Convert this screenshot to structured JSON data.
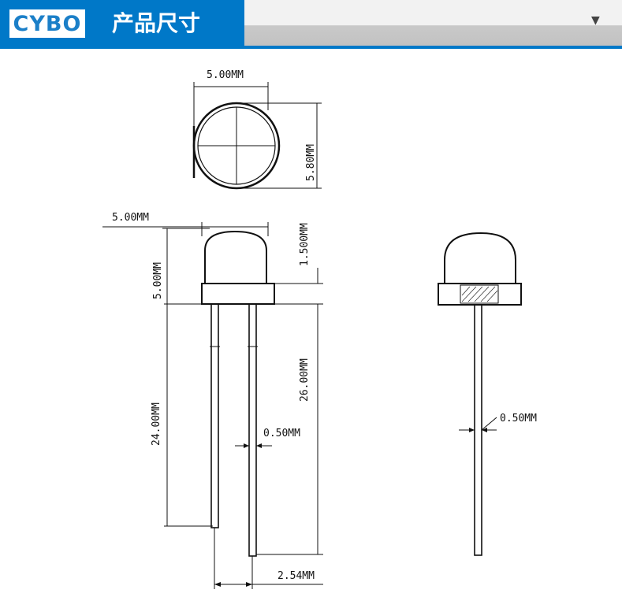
{
  "header": {
    "logo_text": "CYBO",
    "title": "产品尺寸",
    "dropdown_icon": "triangle-down-icon"
  },
  "dimensions": {
    "top_width": "5.00MM",
    "top_depth": "5.80MM",
    "front_width": "5.00MM",
    "dome_height": "5.00MM",
    "flange_height": "1.500MM",
    "long_lead": "26.00MM",
    "short_lead": "24.00MM",
    "lead_width": "0.50MM",
    "pitch": "2.54MM",
    "side_lead_width": "0.50MM"
  }
}
